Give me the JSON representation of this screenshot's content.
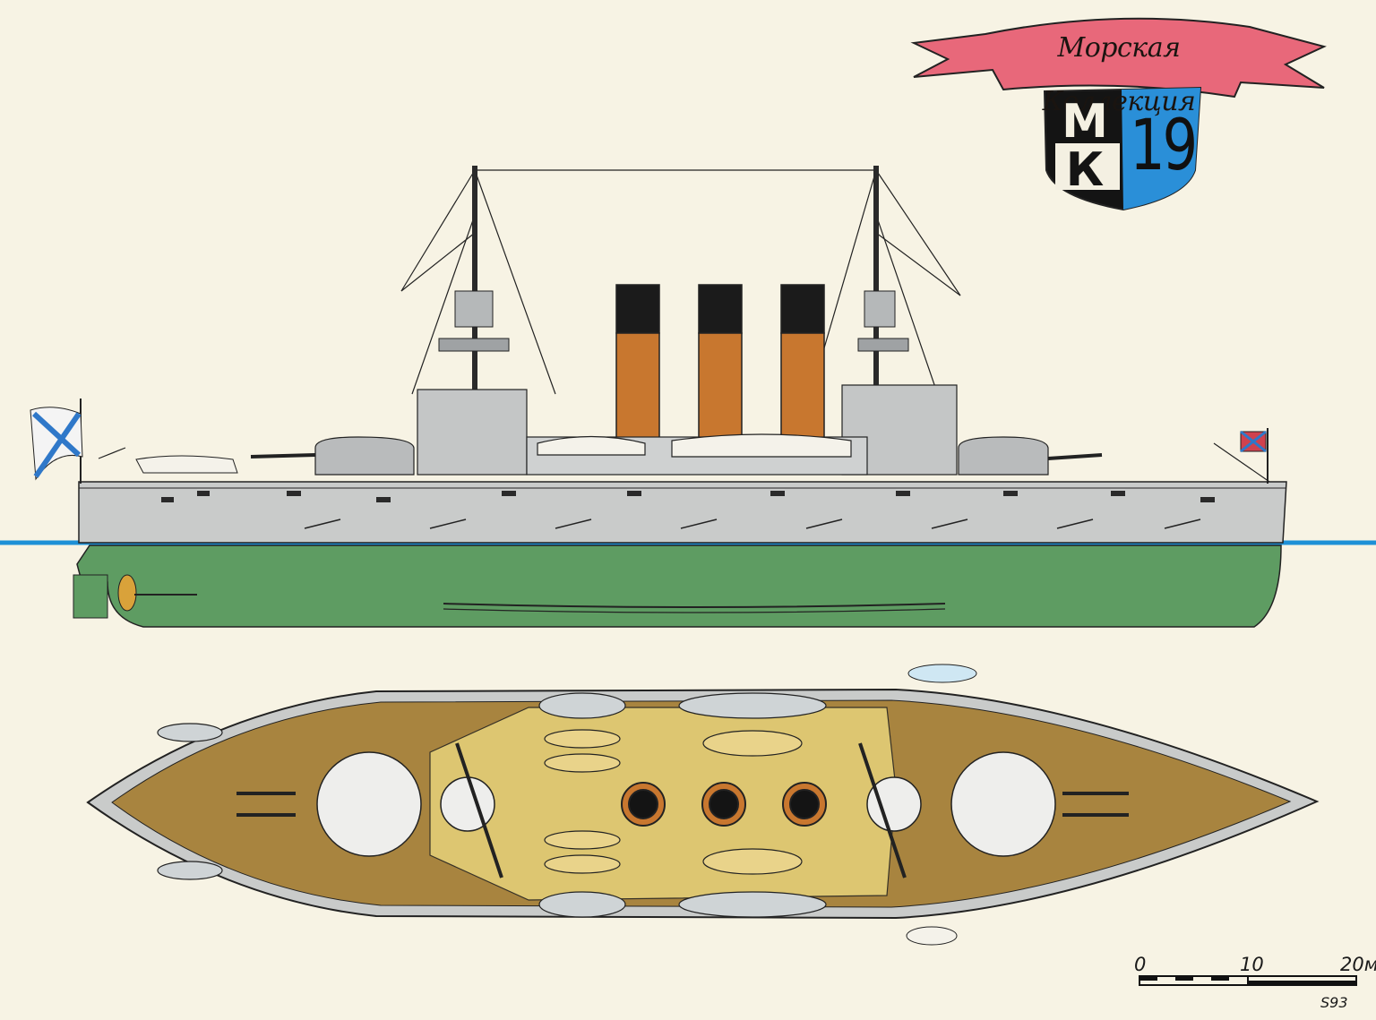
{
  "logo": {
    "banner_text": "Морская Коллекция",
    "letter_top": "М",
    "letter_bottom": "К",
    "issue_number": "19"
  },
  "scale_bar": {
    "tick_labels": [
      "0",
      "10",
      "20м"
    ],
    "unit": "м"
  },
  "signature": "S93",
  "colors": {
    "hull_upper": "#c9cbca",
    "hull_underwater": "#5e9c62",
    "funnel": "#c8772f",
    "funnel_cap": "#1b1b1b",
    "deck_wood": "#a8843f",
    "waterline": "#1e90d6",
    "banner": "#e8687a",
    "shield_blue": "#2a8fd8",
    "flag_andreevsky": "#2f78c9",
    "flag_jack": "#d0424e"
  },
  "views": {
    "profile": "side-elevation",
    "plan": "top-deck-view"
  }
}
